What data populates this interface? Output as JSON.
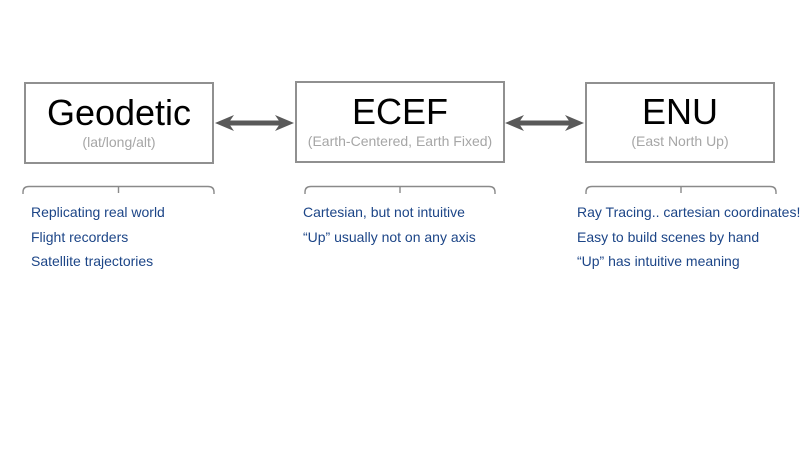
{
  "diagram": {
    "nodes": [
      {
        "title": "Geodetic",
        "subtitle": "(lat/long/alt)",
        "notes": [
          "Replicating real world",
          "Flight recorders",
          "Satellite trajectories"
        ]
      },
      {
        "title": "ECEF",
        "subtitle": "(Earth-Centered, Earth Fixed)",
        "notes": [
          "Cartesian, but not intuitive",
          "“Up” usually not on any axis"
        ]
      },
      {
        "title": "ENU",
        "subtitle": "(East North Up)",
        "notes": [
          "Ray Tracing.. cartesian coordinates!",
          "Easy to build scenes by hand",
          "“Up” has intuitive meaning"
        ]
      }
    ],
    "colors": {
      "background": "#ffffff",
      "box_border": "#909090",
      "title": "#000000",
      "subtitle": "#a6a6a6",
      "note_text": "#1c4587",
      "arrow": "#595959",
      "brace": "#8a8a8a"
    }
  }
}
